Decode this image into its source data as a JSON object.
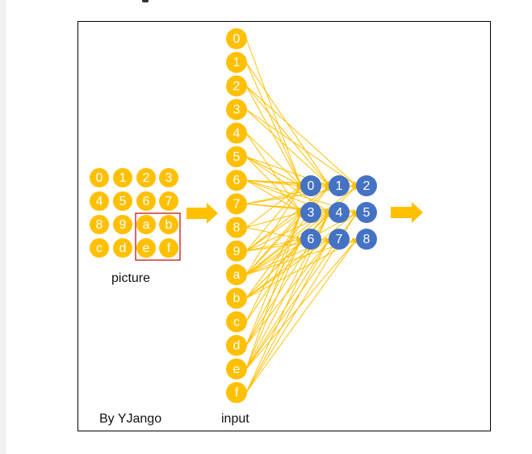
{
  "colors": {
    "node_yellow": "#FFC000",
    "node_blue": "#4472C4",
    "connection": "#FFC000",
    "arrow": "#FFC000",
    "highlight_box": "#C00000",
    "label_text": "#ffffff"
  },
  "picture": {
    "caption": "picture",
    "grid": [
      [
        "0",
        "1",
        "2",
        "3"
      ],
      [
        "4",
        "5",
        "6",
        "7"
      ],
      [
        "8",
        "9",
        "a",
        "b"
      ],
      [
        "c",
        "d",
        "e",
        "f"
      ]
    ],
    "highlighted_region": [
      "a",
      "b",
      "e",
      "f"
    ]
  },
  "input": {
    "caption": "input",
    "nodes": [
      "0",
      "1",
      "2",
      "3",
      "4",
      "5",
      "6",
      "7",
      "8",
      "9",
      "a",
      "b",
      "c",
      "d",
      "e",
      "f"
    ]
  },
  "output": {
    "grid": [
      [
        "0",
        "1",
        "2"
      ],
      [
        "3",
        "4",
        "5"
      ],
      [
        "6",
        "7",
        "8"
      ]
    ]
  },
  "credit": "By YJango"
}
